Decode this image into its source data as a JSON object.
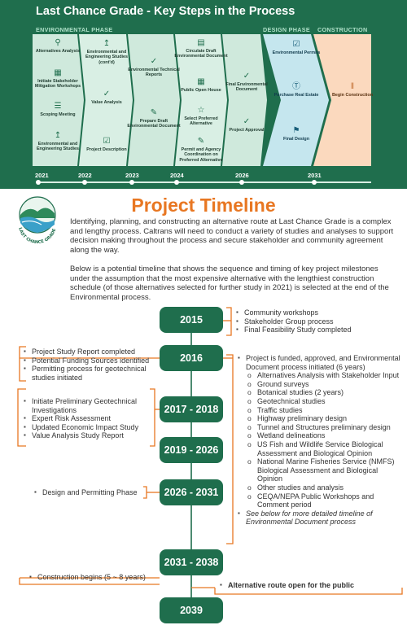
{
  "banner": {
    "title": "Last Chance Grade - Key Steps in the Process",
    "phase_labels": {
      "environmental": "ENVIRONMENTAL PHASE",
      "design": "DESIGN PHASE",
      "construction": "CONSTRUCTION"
    },
    "steps": [
      {
        "label": "Alternatives Analysis",
        "icon": "magnifier-icon"
      },
      {
        "label": "Initiate Stakeholder Mitigation Workshops",
        "icon": "chat-bubbles-icon"
      },
      {
        "label": "Scoping Meeting",
        "icon": "clipboard-icon"
      },
      {
        "label": "Environmental and Engineering Studies",
        "icon": "line-chart-icon"
      },
      {
        "label": "Environmental and Engineering Studies (cont'd)",
        "icon": "line-chart-icon"
      },
      {
        "label": "Value Analysis",
        "icon": "check-circle-icon"
      },
      {
        "label": "Project Description",
        "icon": "checklist-icon"
      },
      {
        "label": "Environmental Technical Reports",
        "icon": "check-circle-icon"
      },
      {
        "label": "Prepare Draft Environmental Document",
        "icon": "pencil-doc-icon"
      },
      {
        "label": "Circulate Draft Environmental Document",
        "icon": "document-icon"
      },
      {
        "label": "Public Open House",
        "icon": "chat-bubbles-icon"
      },
      {
        "label": "Select Preferred Alternative",
        "icon": "star-icon"
      },
      {
        "label": "Permit and Agency Coordination on Preferred Alternative",
        "icon": "pencil-doc-icon"
      },
      {
        "label": "Final Environmental Document",
        "icon": "check-circle-icon"
      },
      {
        "label": "Project Approval",
        "icon": "check-circle-icon"
      },
      {
        "label": "Environmental Permits",
        "icon": "checklist-icon"
      },
      {
        "label": "Purchase Real Estate",
        "icon": "dollar-icon"
      },
      {
        "label": "Final Design",
        "icon": "flag-icon"
      },
      {
        "label": "Begin Construction",
        "icon": "road-icon"
      }
    ],
    "years": [
      "2021",
      "2022",
      "2023",
      "2024",
      "2026",
      "2031"
    ]
  },
  "logo": {
    "text": "LAST CHANCE GRADE"
  },
  "timeline": {
    "title": "Project Timeline",
    "intro_1": "Identifying, planning, and constructing an alternative route at Last Chance Grade is a complex and lengthy process. Caltrans will need to conduct a variety of studies and analyses to support decision making throughout the process and secure stakeholder and community agreement along the way.",
    "intro_2": "Below is a potential timeline that shows the sequence and timing of key project milestones under the assumption that the most expensive alternative with the lengthiest construction schedule (of those alternatives selected for further study in 2021) is selected at the end of the Environmental process.",
    "milestones": [
      "2015",
      "2016",
      "2017 - 2018",
      "2019 - 2026",
      "2026 - 2031",
      "2031 - 2038",
      "2039"
    ],
    "right_2015": [
      "Community workshops",
      "Stakeholder Group process",
      "Final Feasibility Study completed"
    ],
    "left_2016": [
      "Project Study Report completed",
      "Potential Funding Sources identified",
      "Permitting process for geotechnical studies initiated"
    ],
    "right_2016_main": "Project is funded, approved, and Environmental Document process initiated (6 years)",
    "right_2016_subs": [
      "Alternatives Analysis with Stakeholder Input",
      "Ground surveys",
      "Botanical studies (2 years)",
      "Geotechnical studies",
      "Traffic studies",
      "Highway preliminary design",
      "Tunnel and Structures preliminary design",
      "Wetland delineations",
      "US Fish and Wildlife Service Biological Assessment and Biological Opinion",
      "National Marine Fisheries Service (NMFS) Biological Assessment and Biological Opinion",
      "Other studies and analysis",
      "CEQA/NEPA Public Workshops and Comment period"
    ],
    "right_2016_note": "See below for more detailed timeline of Environmental Document process",
    "left_2017": [
      "Initiate Preliminary Geotechnical Investigations",
      "Expert Risk Assessment",
      "Updated Economic Impact Study",
      "Value Analysis Study Report"
    ],
    "left_2026": [
      "Design and Permitting Phase"
    ],
    "left_2031": [
      "Construction begins (5 ~ 8 years)"
    ],
    "right_2038": [
      "Alternative route open for the public"
    ]
  },
  "colors": {
    "dark_green": "#1f6e4d",
    "light_green": "#cfe9dc",
    "light_blue": "#c5e6ee",
    "peach": "#fbd9be",
    "orange": "#e87722"
  }
}
